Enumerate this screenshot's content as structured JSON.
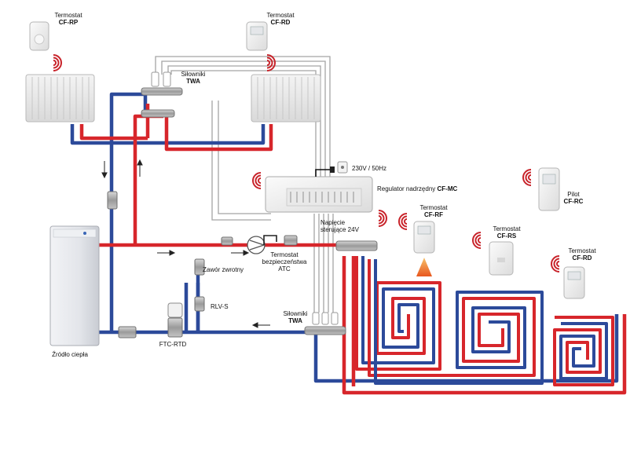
{
  "colors": {
    "supply": "#d7262b",
    "return": "#2c4a9a",
    "control_wire": "#9a9a9a",
    "signal": "#c8232a"
  },
  "labels": {
    "thermostat_cf_rp": {
      "line1": "Termostat",
      "line2": "CF-RP"
    },
    "thermostat_cf_rd_top": {
      "line1": "Termostat",
      "line2": "CF-RD"
    },
    "actuators_top": {
      "line1": "Siłowniki",
      "line2": "TWA"
    },
    "power": "230V / 50Hz",
    "controller": {
      "prefix": "Regulator nadrzędny ",
      "model": "CF-MC"
    },
    "supply_voltage": {
      "line1": "Napięcie",
      "line2": "sterujące 24V"
    },
    "thermostat_cf_rf": {
      "line1": "Termostat",
      "line2": "CF-RF"
    },
    "pilot": {
      "line1": "Pilot",
      "line2": "CF-RC"
    },
    "thermostat_cf_rs": {
      "line1": "Termostat",
      "line2": "CF-RS"
    },
    "thermostat_cf_rd_right": {
      "line1": "Termostat",
      "line2": "CF-RD"
    },
    "safety_thermostat": {
      "line1": "Termostat",
      "line2": "bezpieczeństwa",
      "line3": "ATC"
    },
    "check_valve": "Zawór zwrotny",
    "rlv_s": "RLV-S",
    "actuators_bottom": {
      "line1": "Siłowniki",
      "line2": "TWA"
    },
    "ftc_rtd": "FTC-RTD",
    "heat_source": "Źródło ciepła"
  },
  "icons": [
    "wireless-signal-icon",
    "radiator",
    "thermostat-device",
    "manifold",
    "pump-symbol",
    "boiler-cabinet",
    "underfloor-heating-loop",
    "flame-icon",
    "power-plug-icon"
  ]
}
